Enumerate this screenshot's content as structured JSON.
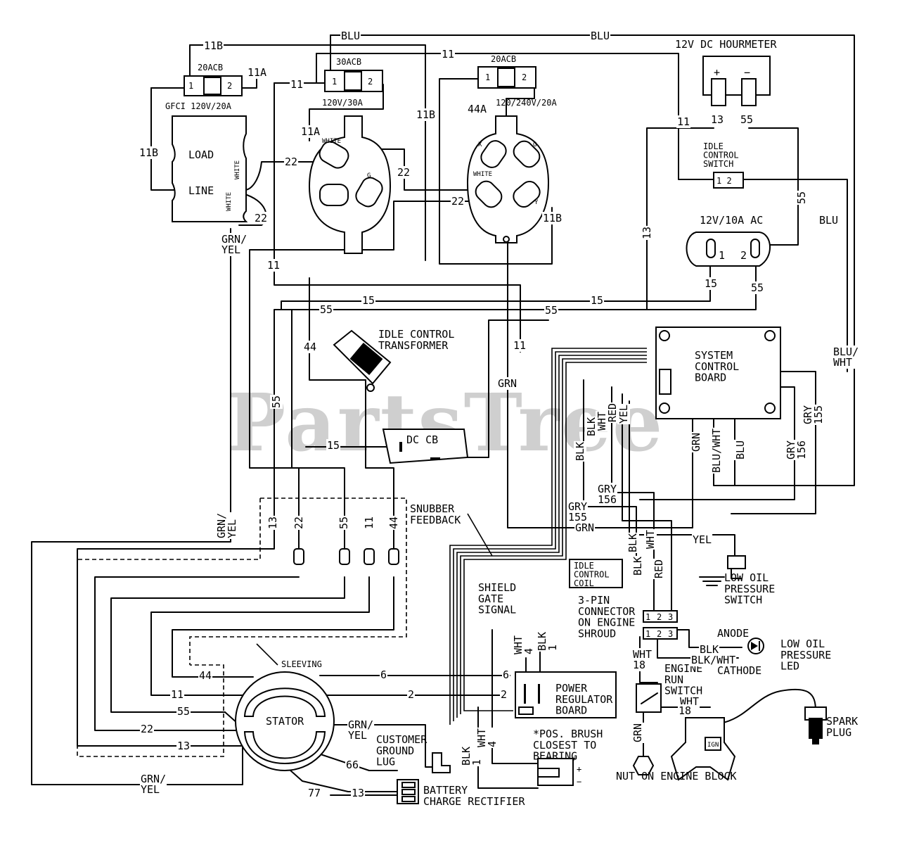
{
  "watermark": "PartsTree",
  "wire_labels": [
    {
      "text": "BLU"
    },
    {
      "text": "BLU"
    },
    {
      "text": "11B"
    },
    {
      "text": "11"
    },
    {
      "text": "11A"
    },
    {
      "text": "11"
    },
    {
      "text": "11B"
    },
    {
      "text": "11B"
    },
    {
      "text": "44A"
    },
    {
      "text": "11A"
    },
    {
      "text": "22"
    },
    {
      "text": "22"
    },
    {
      "text": "22"
    },
    {
      "text": "22"
    },
    {
      "text": "11B"
    },
    {
      "text": "11"
    },
    {
      "text": "13"
    },
    {
      "text": "55"
    },
    {
      "text": "13"
    },
    {
      "text": "55"
    },
    {
      "text": "BLU"
    },
    {
      "text": "15"
    },
    {
      "text": "55"
    },
    {
      "text": "GRN/\nYEL"
    },
    {
      "text": "11"
    },
    {
      "text": "15"
    },
    {
      "text": "15"
    },
    {
      "text": "55"
    },
    {
      "text": "55"
    },
    {
      "text": "44"
    },
    {
      "text": "11"
    },
    {
      "text": "GRN"
    },
    {
      "text": "55"
    },
    {
      "text": "15"
    },
    {
      "text": "BLU/\nWHT"
    },
    {
      "text": "BLK"
    },
    {
      "text": "BLK"
    },
    {
      "text": "WHT"
    },
    {
      "text": "RED"
    },
    {
      "text": "YEL"
    },
    {
      "text": "GRN"
    },
    {
      "text": "BLU/WHT"
    },
    {
      "text": "BLU"
    },
    {
      "text": "GRY\n156"
    },
    {
      "text": "GRY\n155"
    },
    {
      "text": "GRY\n156"
    },
    {
      "text": "GRY\n155"
    },
    {
      "text": "GRN"
    },
    {
      "text": "GRN/\nYEL"
    },
    {
      "text": "13"
    },
    {
      "text": "22"
    },
    {
      "text": "55"
    },
    {
      "text": "11"
    },
    {
      "text": "44"
    },
    {
      "text": "BLK"
    },
    {
      "text": "WHT"
    },
    {
      "text": "YEL"
    },
    {
      "text": "BLK"
    },
    {
      "text": "RED"
    },
    {
      "text": "WHT\n18"
    },
    {
      "text": "BLK"
    },
    {
      "text": "BLK/WHT"
    },
    {
      "text": "WHT"
    },
    {
      "text": "18"
    },
    {
      "text": "GRN"
    },
    {
      "text": "44"
    },
    {
      "text": "11"
    },
    {
      "text": "55"
    },
    {
      "text": "22"
    },
    {
      "text": "13"
    },
    {
      "text": "6"
    },
    {
      "text": "2"
    },
    {
      "text": "6"
    },
    {
      "text": "2"
    },
    {
      "text": "WHT\n4"
    },
    {
      "text": "BLK\n1"
    },
    {
      "text": "BLK\n1"
    },
    {
      "text": "WHT\n4"
    },
    {
      "text": "GRN/\nYEL"
    },
    {
      "text": "66"
    },
    {
      "text": "13"
    },
    {
      "text": "77"
    },
    {
      "text": "GRN/\nYEL"
    }
  ],
  "components": {
    "gfci": {
      "rating": "20ACB",
      "pin1": "1",
      "pin2": "2",
      "caption": "GFCI 120V/20A",
      "load": "LOAD",
      "line": "LINE",
      "white": "WHITE",
      "white2": "WHITE"
    },
    "cb30": {
      "rating": "30ACB",
      "pin1": "1",
      "pin2": "2",
      "caption": "120V/30A",
      "white": "WHITE",
      "g": "G"
    },
    "cb20": {
      "rating": "20ACB",
      "pin1": "1",
      "pin2": "2",
      "caption": "120/240V/20A",
      "x": "X",
      "g": "G",
      "white": "WHITE",
      "y": "Y"
    },
    "hourmeter": {
      "title": "12V DC HOURMETER",
      "plus": "+",
      "minus": "−"
    },
    "idle_switch": {
      "label": "IDLE\nCONTROL\nSWITCH",
      "pins": "1 2"
    },
    "ac_outlet": {
      "title": "12V/10A AC",
      "pin1": "1",
      "pin2": "2"
    },
    "idle_transformer": {
      "label": "IDLE CONTROL\nTRANSFORMER"
    },
    "scb": {
      "label": "SYSTEM\nCONTROL\nBOARD"
    },
    "dccb": {
      "label": "DC CB"
    },
    "snubber": {
      "label": "SNUBBER\nFEEDBACK"
    },
    "idle_coil": {
      "label": "IDLE\nCONTROL\nCOIL"
    },
    "low_oil_switch": {
      "label": "LOW OIL\nPRESSURE\nSWITCH"
    },
    "shield": {
      "label": "SHIELD\nGATE\nSIGNAL"
    },
    "connector": {
      "label": "3-PIN\nCONNECTOR\nON ENGINE\nSHROUD",
      "pins": [
        "1",
        "2",
        "3"
      ]
    },
    "anode": {
      "label": "ANODE"
    },
    "cathode": {
      "label": "CATHODE"
    },
    "low_oil_led": {
      "label": "LOW OIL\nPRESSURE\nLED"
    },
    "engine_switch": {
      "label": "ENGINE\nRUN\nSWITCH"
    },
    "spark_plug": {
      "label": "SPARK\nPLUG"
    },
    "ign": {
      "label": "IGN"
    },
    "prb": {
      "label": "POWER\nREGULATOR\nBOARD"
    },
    "pos_brush": {
      "label": "*POS. BRUSH\nCLOSEST TO\nBEARING"
    },
    "brush_marks": {
      "star": "*",
      "plus": "+",
      "minus": "−"
    },
    "sleeving": {
      "label": "SLEEVING"
    },
    "stator": {
      "label": "STATOR"
    },
    "customer_lug": {
      "label": "CUSTOMER\nGROUND\nLUG"
    },
    "battery_rect": {
      "label": "BATTERY\nCHARGE RECTIFIER"
    },
    "nut": {
      "label": "NUT ON ENGINE BLOCK"
    }
  }
}
